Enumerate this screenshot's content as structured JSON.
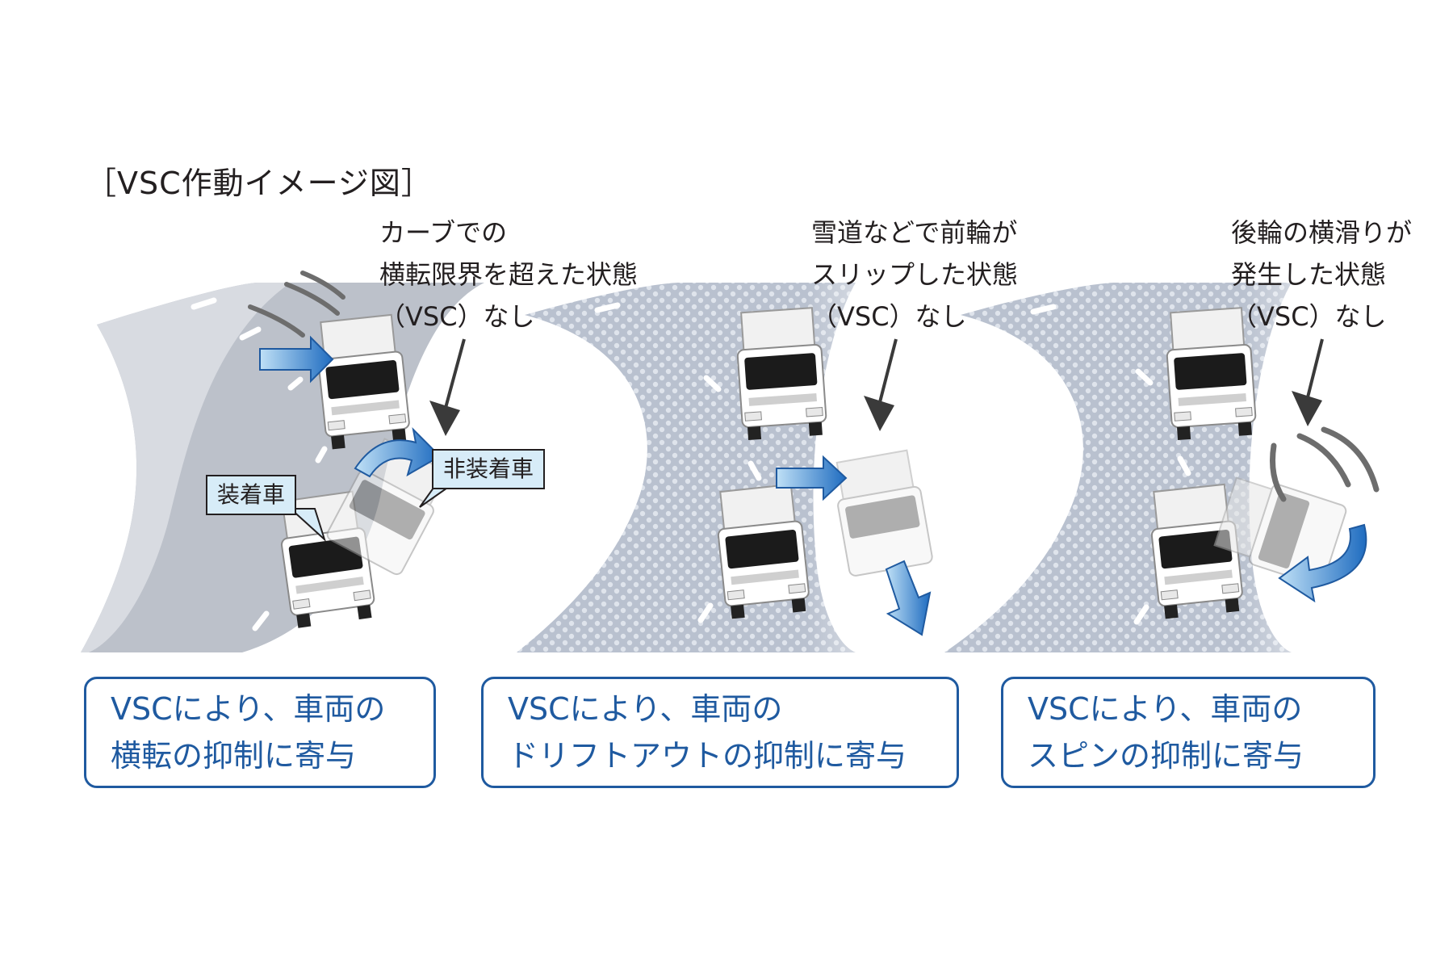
{
  "title": "［VSC作動イメージ図］",
  "panels": [
    {
      "caption": [
        "カーブでの",
        "横転限界を超えた状態",
        "（VSC）なし"
      ],
      "result": [
        "VSCにより、車両の",
        "横転の抑制に寄与"
      ]
    },
    {
      "caption": [
        "雪道などで前輪が",
        "スリップした状態",
        "（VSC）なし"
      ],
      "result": [
        "VSCにより、車両の",
        "ドリフトアウトの抑制に寄与"
      ]
    },
    {
      "caption": [
        "後輪の横滑りが",
        "発生した状態",
        "（VSC）なし"
      ],
      "result": [
        "VSCにより、車両の",
        "スピンの抑制に寄与"
      ]
    }
  ],
  "tags": {
    "equipped": "装着車",
    "not_equipped": "非装着車"
  },
  "colors": {
    "accent_blue": "#1f5aa0",
    "arrow_blue": "#2a78c8",
    "tag_fill": "#d7ecf8",
    "road_gray": "#b9bec8"
  }
}
